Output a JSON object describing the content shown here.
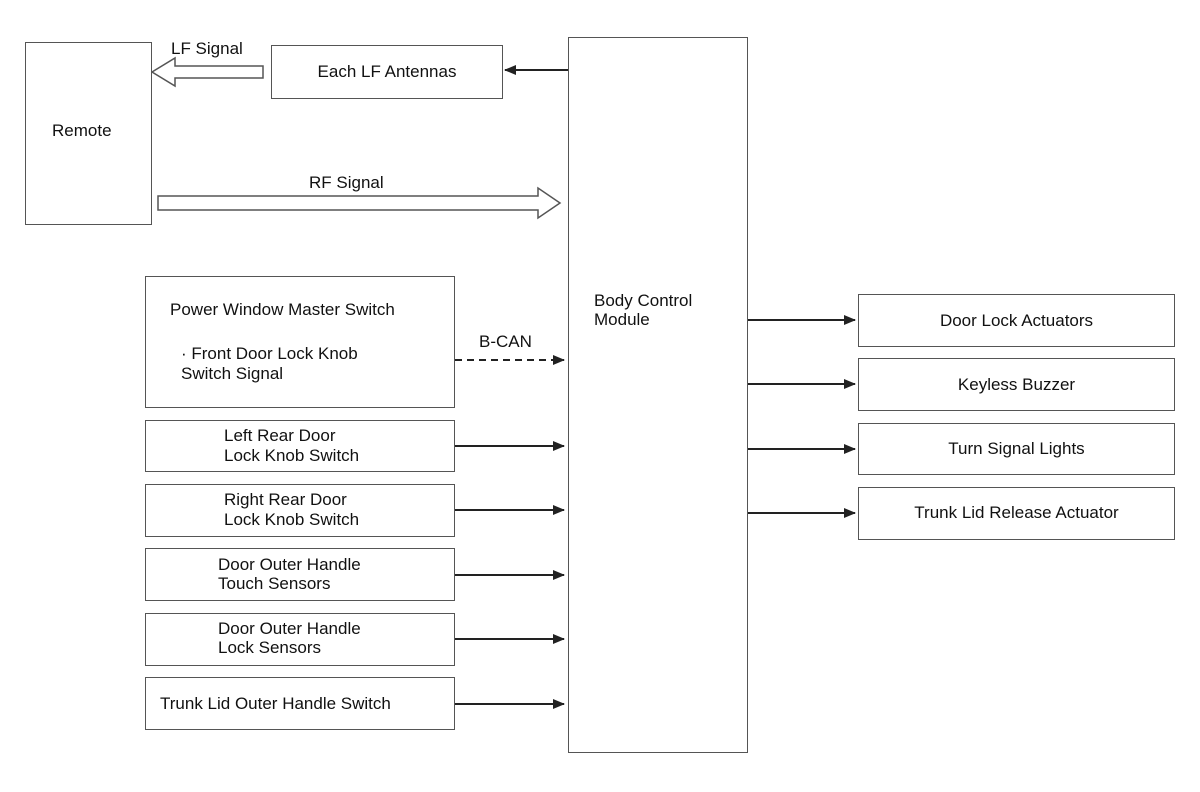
{
  "remote": {
    "label": "Remote"
  },
  "antennas": {
    "label": "Each LF Antennas"
  },
  "bcm": {
    "line1": "Body Control",
    "line2": "Module"
  },
  "signals": {
    "lf": "LF Signal",
    "rf": "RF Signal",
    "bcan": "B-CAN"
  },
  "pwms": {
    "title": "Power Window Master Switch",
    "sub1": "· Front Door Lock Knob",
    "sub2": "Switch Signal"
  },
  "inputs": [
    {
      "line1": "Left Rear Door",
      "line2": "Lock Knob Switch"
    },
    {
      "line1": "Right Rear Door",
      "line2": "Lock Knob Switch"
    },
    {
      "line1": "Door Outer Handle",
      "line2": "Touch Sensors"
    },
    {
      "line1": "Door Outer Handle",
      "line2": "Lock Sensors"
    },
    {
      "line1": "Trunk Lid Outer Handle Switch"
    }
  ],
  "outputs": [
    {
      "label": "Door Lock Actuators"
    },
    {
      "label": "Keyless Buzzer"
    },
    {
      "label": "Turn Signal Lights"
    },
    {
      "label": "Trunk Lid Release Actuator"
    }
  ],
  "colors": {
    "line": "#222222",
    "border": "#555555"
  }
}
